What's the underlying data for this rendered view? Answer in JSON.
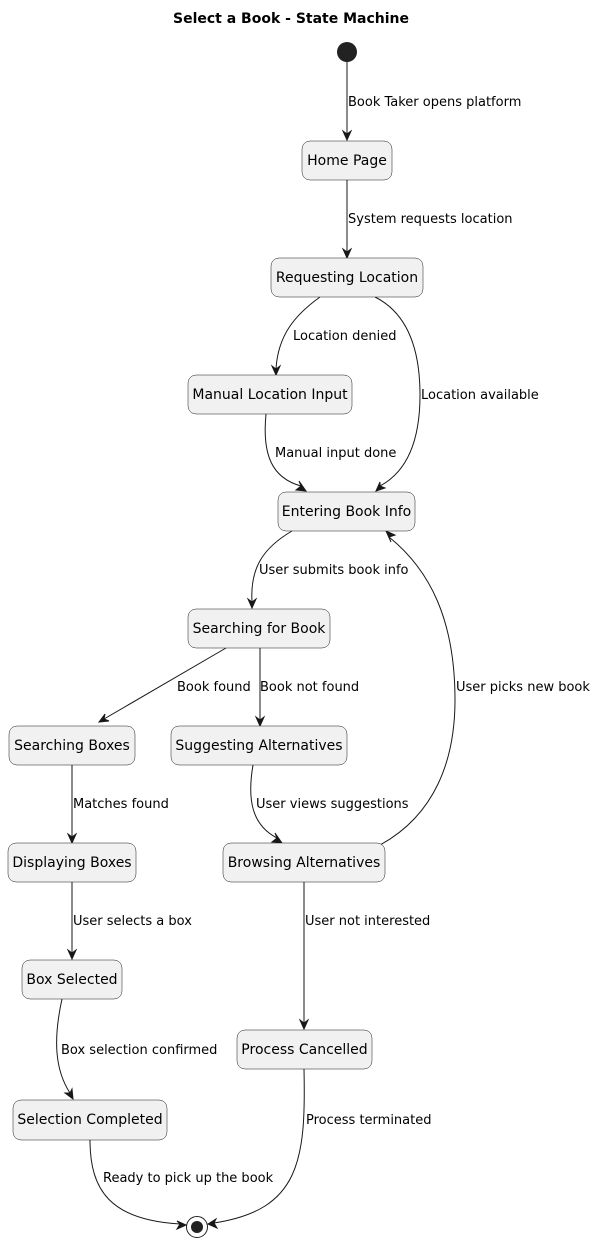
{
  "title": "Select a Book - State Machine",
  "states": {
    "home_page": "Home Page",
    "requesting_location": "Requesting Location",
    "manual_location_input": "Manual Location Input",
    "entering_book_info": "Entering Book Info",
    "searching_for_book": "Searching for Book",
    "searching_boxes": "Searching Boxes",
    "suggesting_alternatives": "Suggesting Alternatives",
    "displaying_boxes": "Displaying Boxes",
    "browsing_alternatives": "Browsing Alternatives",
    "box_selected": "Box Selected",
    "process_cancelled": "Process Cancelled",
    "selection_completed": "Selection Completed"
  },
  "transitions": {
    "start_to_home": "Book Taker opens platform",
    "home_to_requesting": "System requests location",
    "requesting_to_manual": "Location denied",
    "requesting_to_entering": "Location available",
    "manual_to_entering": "Manual input done",
    "entering_to_searching": "User submits book info",
    "searching_to_boxes": "Book found",
    "searching_to_alternatives": "Book not found",
    "browsing_to_entering": "User picks new book",
    "boxes_to_displaying": "Matches found",
    "alternatives_to_browsing": "User views suggestions",
    "displaying_to_selected": "User selects a box",
    "browsing_to_cancelled": "User not interested",
    "selected_to_completed": "Box selection confirmed",
    "cancelled_to_end": "Process terminated",
    "completed_to_end": "Ready to pick up the book"
  }
}
